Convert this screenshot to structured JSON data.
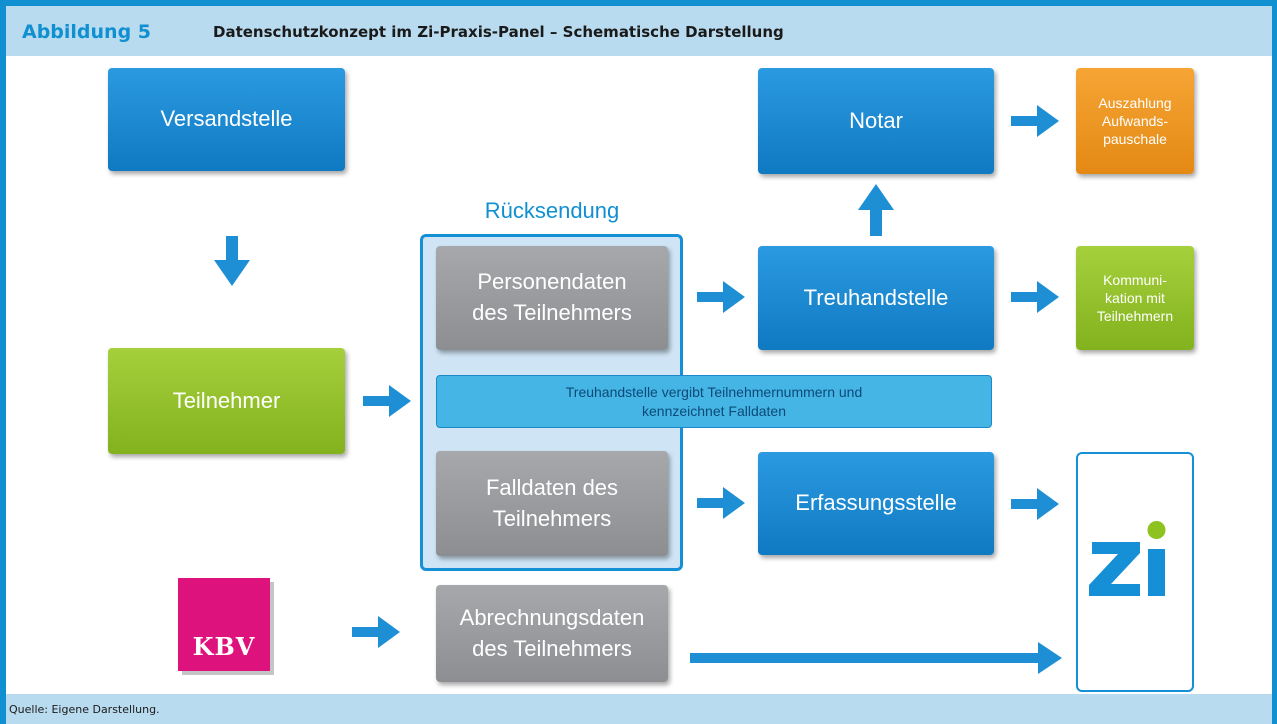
{
  "header": {
    "figure_number": "Abbildung 5",
    "title": "Datenschutzkonzept im Zi-Praxis-Panel – Schematische Darstellung"
  },
  "nodes": {
    "versandstelle": "Versandstelle",
    "teilnehmer": "Teilnehmer",
    "ruecksendung": "Rücksendung",
    "personendaten": "Personendaten\ndes Teilnehmers",
    "falldaten": "Falldaten des\nTeilnehmers",
    "abrechnungsdaten": "Abrechnungsdaten\ndes Teilnehmers",
    "treuhandstelle_note": "Treuhandstelle vergibt Teilnehmernummern und\nkennzeichnet Falldaten",
    "notar": "Notar",
    "treuhandstelle": "Treuhandstelle",
    "erfassungsstelle": "Erfassungsstelle",
    "auszahlung": "Auszahlung\nAufwands-\npauschale",
    "kommunikation": "Kommuni-\nkation mit\nTeilnehmern"
  },
  "logos": {
    "kbv": "KBV",
    "zi": "Zi"
  },
  "colors": {
    "frame": "#1090d0",
    "header_bg": "#b9dbef",
    "blue_box": "#1a86cf",
    "green_box": "#94c22b",
    "gray_box": "#9a9c9f",
    "orange_box": "#ee9622",
    "arrow": "#1e8fd5",
    "kbv_magenta": "#de127c",
    "zi_green": "#8dc21f"
  },
  "footer": {
    "source": "Quelle: Eigene Darstellung."
  }
}
